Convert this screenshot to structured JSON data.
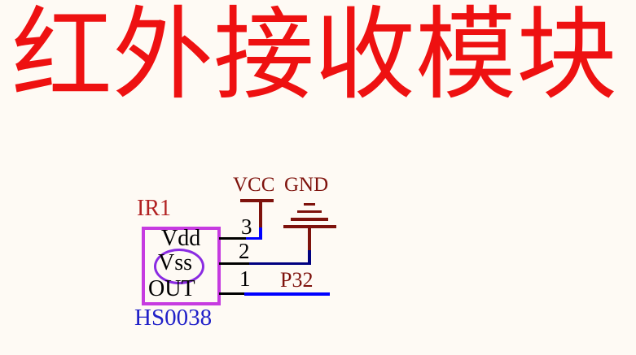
{
  "page": {
    "background": "#FEFAF4",
    "title": "红外接收模块",
    "title_color": "#EE1111"
  },
  "schematic": {
    "component": {
      "designator": "IR1",
      "part_number": "HS0038",
      "body_color": "#C63BE0",
      "circle_color": "#8A2BE2",
      "pins": [
        {
          "number": "3",
          "name": "Vdd",
          "net": "VCC"
        },
        {
          "number": "2",
          "name": "Vss",
          "net": "GND"
        },
        {
          "number": "1",
          "name": "OUT",
          "net": "P32"
        }
      ]
    },
    "power_ports": [
      {
        "label": "VCC",
        "symbol": "power-bar"
      },
      {
        "label": "GND",
        "symbol": "signal-ground"
      }
    ],
    "net_labels": [
      {
        "text": "P32"
      }
    ],
    "colors": {
      "power_symbol_dark_red": "#7E120C",
      "wire_blue": "#0000FF",
      "wire_navy": "#000080",
      "pin_black": "#000000",
      "designator_red": "#B22222",
      "part_number_blue": "#2121C8"
    }
  }
}
